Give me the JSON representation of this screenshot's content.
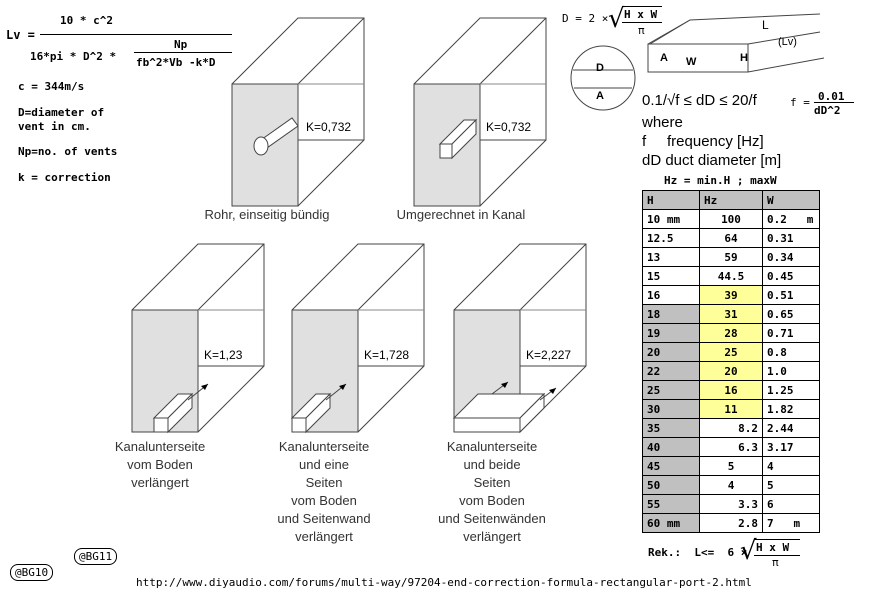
{
  "formula": {
    "lhs": "Lv =",
    "numerator": "10 * c^2",
    "den_left": "16*pi  * D^2 *",
    "inner_num": "Np",
    "inner_den": "fb^2*Vb  -k*D"
  },
  "notes": {
    "c": "c = 344m/s",
    "d1": "D=diameter of",
    "d2": "vent in cm.",
    "np": "Np=no. of vents",
    "k": "k = correction"
  },
  "boxes": [
    {
      "k": "K=0,732",
      "caption": [
        "Rohr, einseitig bündig"
      ]
    },
    {
      "k": "K=0,732",
      "caption": [
        "Umgerechnet in Kanal"
      ]
    },
    {
      "k": "K=1,23",
      "caption": [
        "Kanalunterseite",
        "vom Boden",
        "verlängert"
      ]
    },
    {
      "k": "K=1,728",
      "caption": [
        "Kanalunterseite",
        "und eine",
        "Seiten",
        "vom Boden",
        "und Seitenwand",
        "verlängert"
      ]
    },
    {
      "k": "K=2,227",
      "caption": [
        "Kanalunterseite",
        "und beide",
        "Seiten",
        "vom Boden",
        "und Seitenwänden",
        "verlängert"
      ]
    }
  ],
  "right": {
    "d_eq": "D = 2 ×",
    "d_frac_num": "H x W",
    "d_frac_den": "π",
    "labels": {
      "L": "L",
      "Lv": "(Lv)",
      "A": "A",
      "W": "W",
      "H": "H",
      "D": "D",
      "A2": "A"
    },
    "cond": "0.1/√f ≤ dD ≤ 20/f",
    "f_lhs": "f =",
    "f_num": "0.01",
    "f_den": "dD^2",
    "where": "where",
    "f_def": "f     frequency [Hz]",
    "dd_def": "dD  duct diameter [m]",
    "hz_title": "Hz = min.H ; maxW"
  },
  "table": {
    "headers": [
      "H",
      "Hz",
      "W"
    ],
    "rows": [
      {
        "h": "10 mm",
        "hz": "100",
        "w": "0.2   m",
        "g": false,
        "y": false
      },
      {
        "h": "12.5",
        "hz": "64",
        "w": "0.31",
        "g": false,
        "y": false
      },
      {
        "h": "13",
        "hz": "59",
        "w": "0.34",
        "g": false,
        "y": false
      },
      {
        "h": "15",
        "hz": "44.5",
        "w": "0.45",
        "g": false,
        "y": false
      },
      {
        "h": "16",
        "hz": "39",
        "w": "0.51",
        "g": false,
        "y": true
      },
      {
        "h": "18",
        "hz": "31",
        "w": "0.65",
        "g": true,
        "y": true
      },
      {
        "h": "19",
        "hz": "28",
        "w": "0.71",
        "g": true,
        "y": true
      },
      {
        "h": "20",
        "hz": "25",
        "w": "0.8",
        "g": true,
        "y": true
      },
      {
        "h": "22",
        "hz": "20",
        "w": "1.0",
        "g": true,
        "y": true
      },
      {
        "h": "25",
        "hz": "16",
        "w": "1.25",
        "g": true,
        "y": true
      },
      {
        "h": "30",
        "hz": "11",
        "w": "1.82",
        "g": true,
        "y": true
      },
      {
        "h": "35",
        "hz": "8.2",
        "w": "2.44",
        "g": true,
        "y": false,
        "r": true
      },
      {
        "h": "40",
        "hz": "6.3",
        "w": "3.17",
        "g": true,
        "y": false,
        "r": true
      },
      {
        "h": "45",
        "hz": "5",
        "w": "4",
        "g": true,
        "y": false
      },
      {
        "h": "50",
        "hz": "4",
        "w": "5",
        "g": true,
        "y": false
      },
      {
        "h": "55",
        "hz": "3.3",
        "w": "6",
        "g": true,
        "y": false,
        "r": true
      },
      {
        "h": "60 mm",
        "hz": "2.8",
        "w": "7   m",
        "g": true,
        "y": false,
        "r": true
      }
    ]
  },
  "rek": {
    "label": "Rek.:  L<=  6 ×",
    "num": "H x W",
    "den": "π"
  },
  "stamps": [
    "@BG10",
    "@BG11"
  ],
  "url": "http://www.diyaudio.com/forums/multi-way/97204-end-correction-formula-rectangular-port-2.html"
}
